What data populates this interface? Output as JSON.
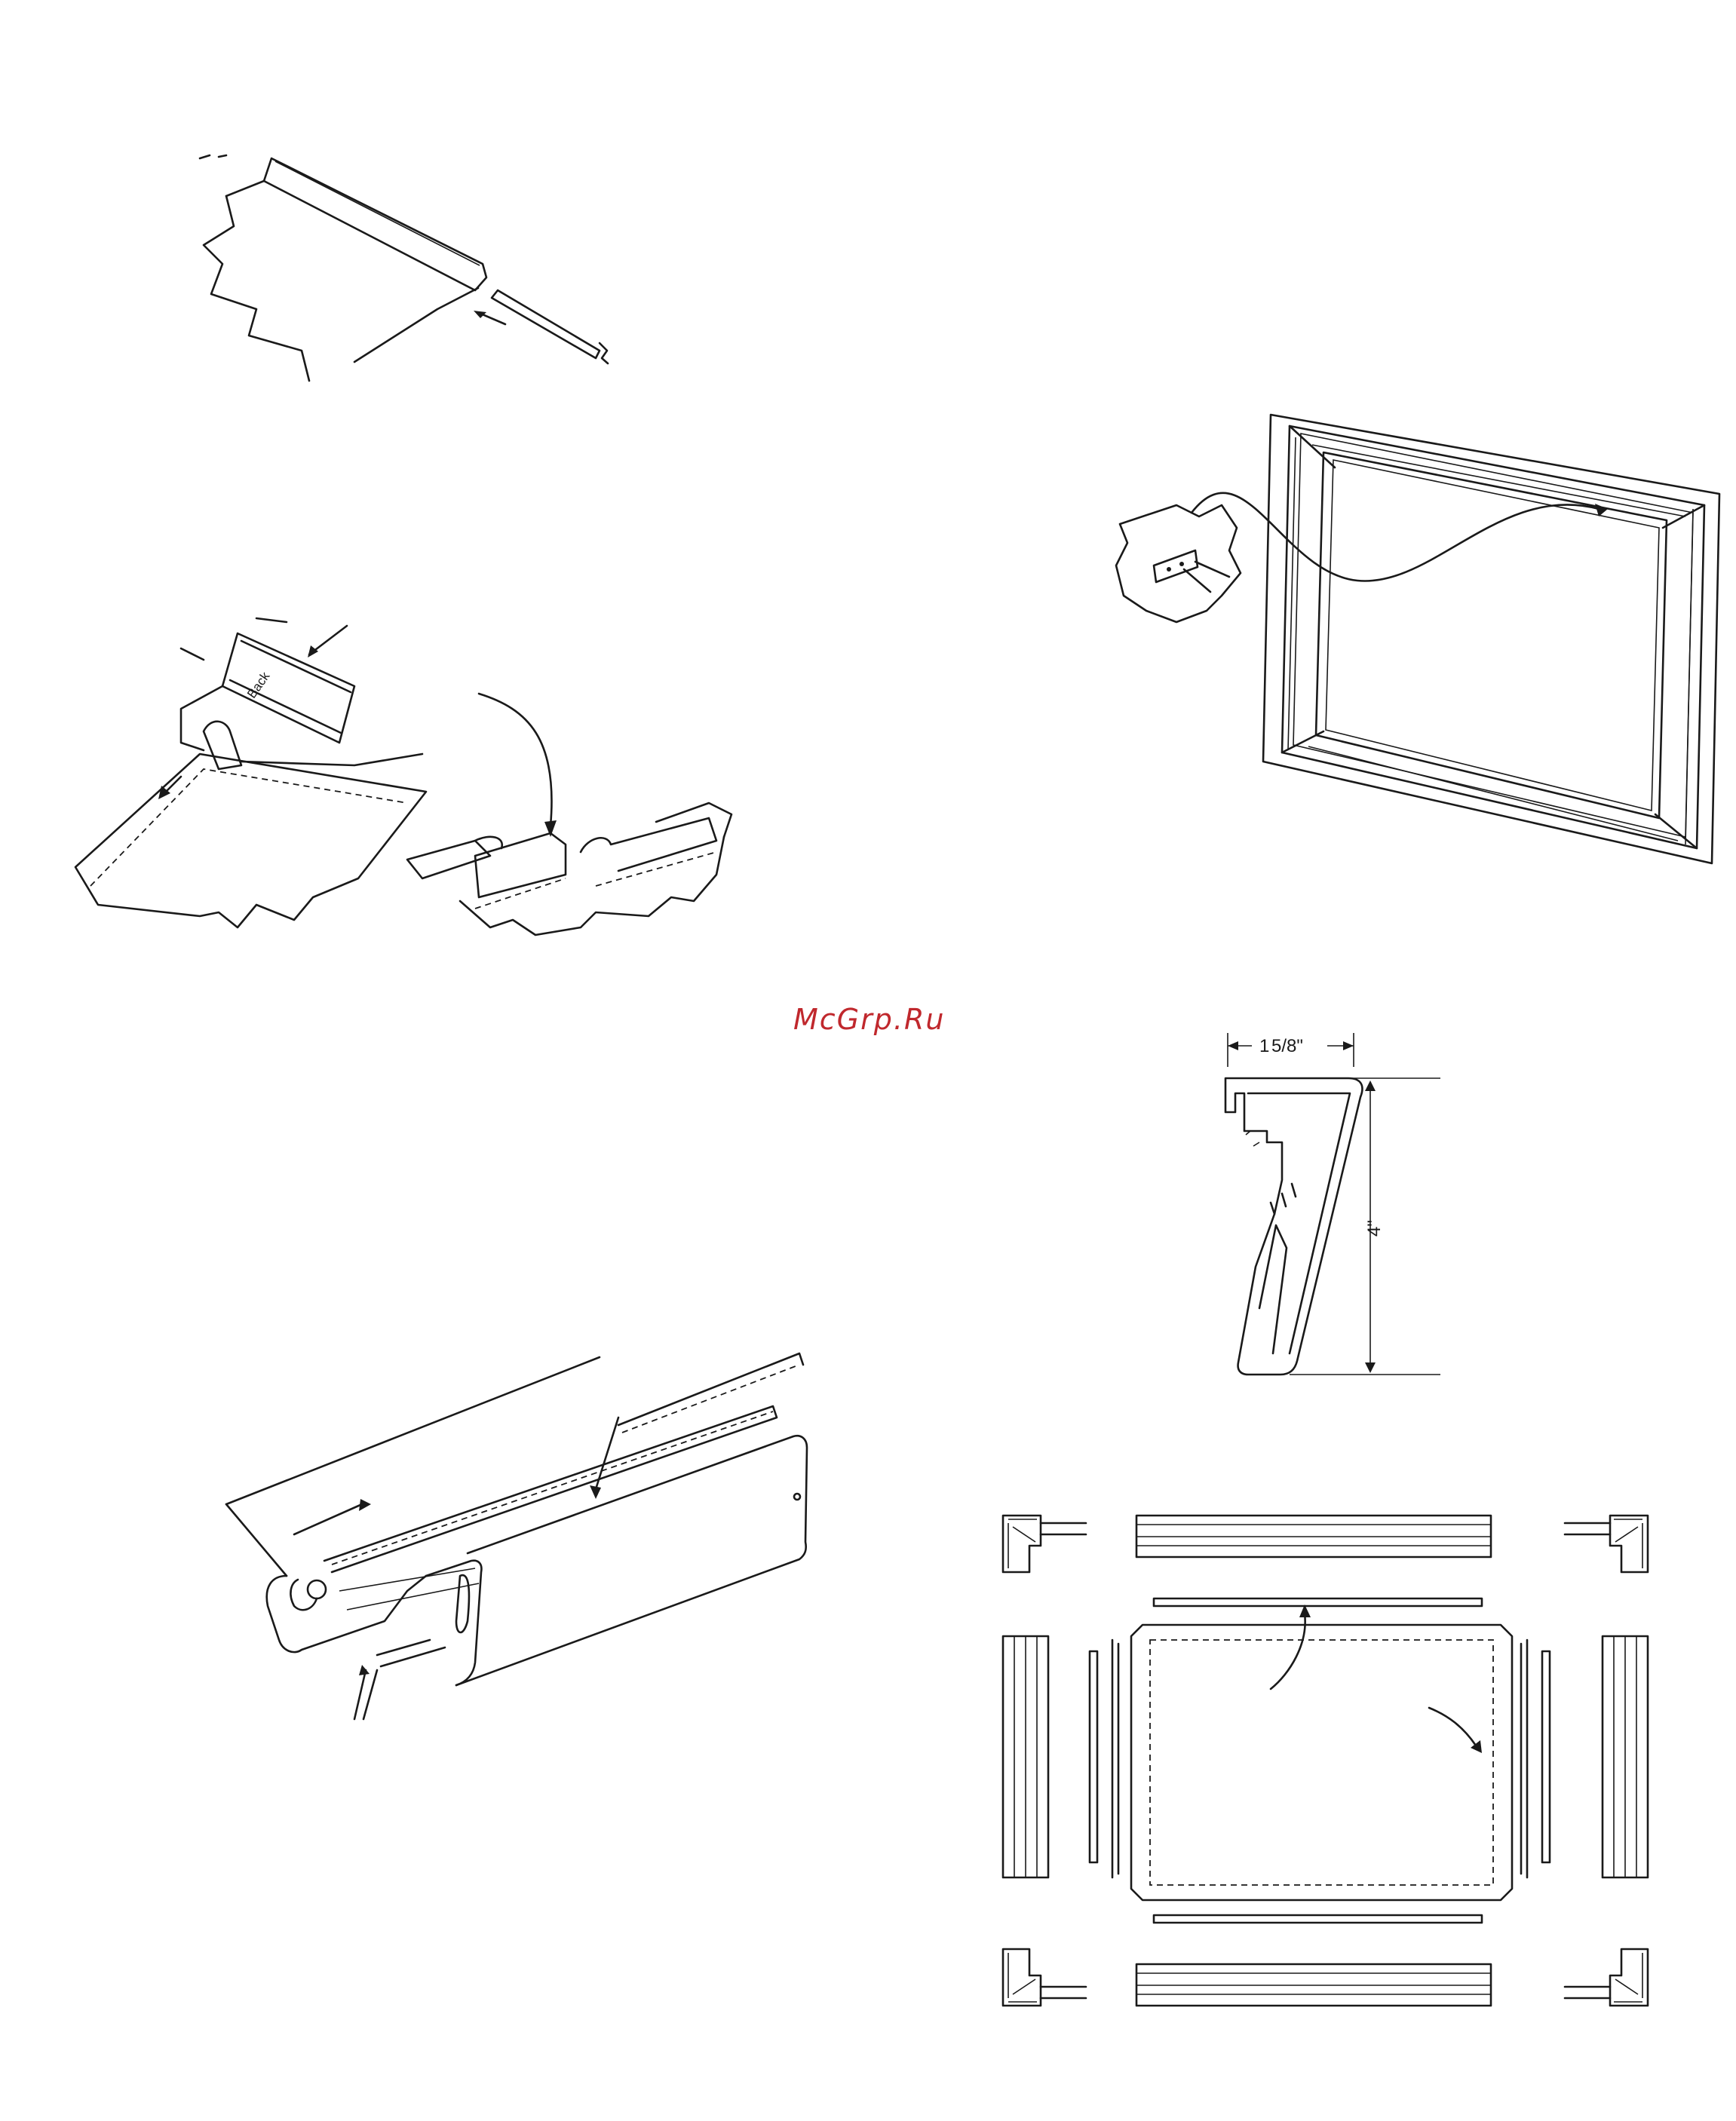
{
  "watermark": "McGrp.Ru",
  "profile_dims": {
    "width_whole": "1",
    "width_fraction": "5/8\"",
    "height": "4\""
  },
  "back_label": "Back"
}
